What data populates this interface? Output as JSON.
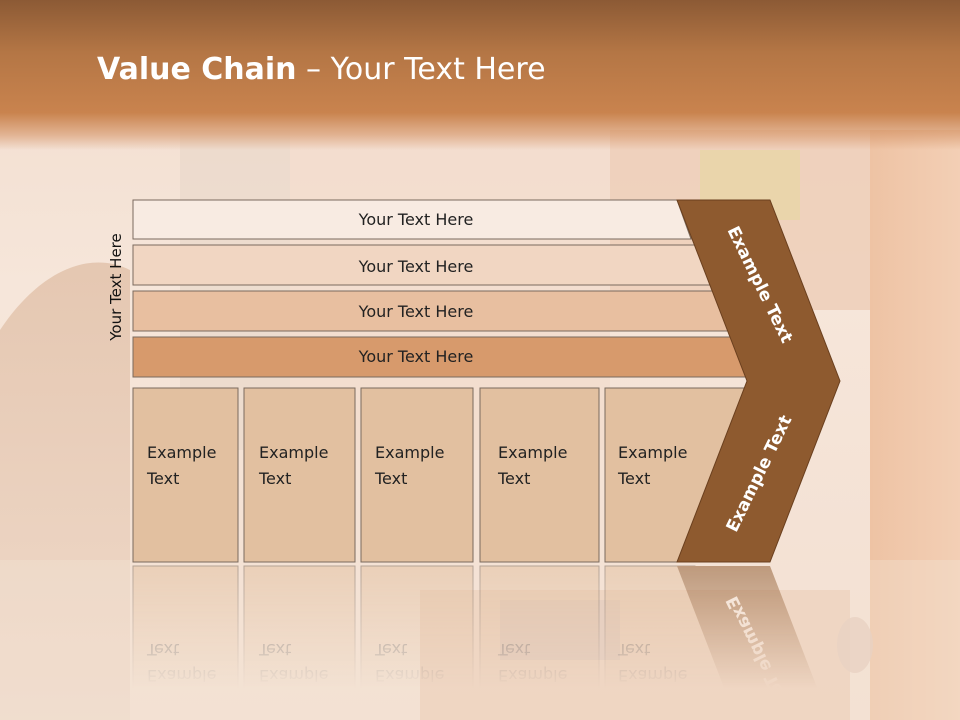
{
  "title": {
    "bold": "Value Chain",
    "regular": " – Your Text Here"
  },
  "side_label": "Your Text Here",
  "bands": [
    "Your Text Here",
    "Your Text Here",
    "Your Text Here",
    "Your Text Here"
  ],
  "columns": [
    [
      "Example",
      "Text"
    ],
    [
      "Example",
      "Text"
    ],
    [
      "Example",
      "Text"
    ],
    [
      "Example",
      "Text"
    ],
    [
      "Example",
      "Text"
    ]
  ],
  "chevron_top_label": "Example Text",
  "chevron_bottom_label": "Example Text",
  "colors": {
    "band1": "#f8ebe2",
    "band2": "#f1d6c2",
    "band3": "#e8bfa0",
    "band4": "#d79a6c",
    "box": "#e2c0a0",
    "chevron": "#8e5a2f",
    "outline": "#7a6a5e"
  }
}
